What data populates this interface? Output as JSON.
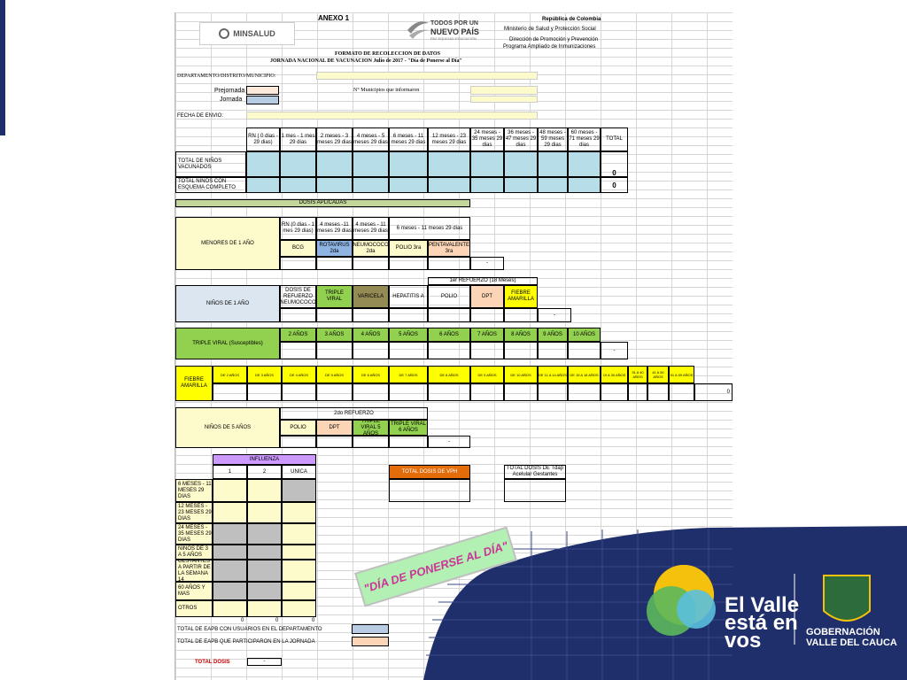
{
  "header": {
    "annex": "ANEXO 1",
    "minsalud": "MINSALUD",
    "todos1": "TODOS POR UN",
    "todos2": "NUEVO PAÍS",
    "todos3": "PAZ  EQUIDAD  EDUCACIÓN",
    "republic": "República de Colombia",
    "ministry": "Ministerio de Salud y Protección Social",
    "direction": "Dirección de Promoción y Prevención",
    "program": "Programa Ampliado de Inmunizaciones",
    "format_title": "FORMATO DE RECOLECCION DE DATOS",
    "jornada_title": "JORNADA NACIONAL DE VACUNACION Julio de 2017 - \"Día de Ponerse al Día\""
  },
  "form": {
    "dept_label": "DEPARTAMENTO/DISTRITO/MUNICIPIO:",
    "prejornada": "Prejornada",
    "jornada": "Jornada",
    "municipios": "N° Municipios que informaron",
    "fecha": "FECHA DE ENVIO:"
  },
  "ages": {
    "cols": [
      "RN ( 0 dias - 29 dias)",
      "1 mes - 1 mes 29 dias",
      "2 meses - 3 meses 29 dias",
      "4 meses - 5 meses 29 dias",
      "6 meses - 11 meses 29 dias",
      "12 meses - 23 meses 29 dias",
      "24 meses - 35 meses 29 dias",
      "36 meses - 47 meses 29 dias",
      "48 meses - 59 meses 29 dias",
      "60 meses - 71 meses 29 dias"
    ],
    "total": "TOTAL",
    "row1": "TOTAL DE NIÑOS VACUNADOS",
    "row2": "TOTAL NIÑOS CON ESQUEMA COMPLETO",
    "val1": "0",
    "val2": "0"
  },
  "dosis": "DOSIS APLICADAS",
  "menores": {
    "label": "MENORES DE 1 AÑO",
    "h1": "RN (0 dias - 1 mes 29 dias)",
    "h2": "4 meses -11 meses 29 dias",
    "h3": "4 meses - 11 meses 29 dias",
    "h4": "6 meses - 11 meses 29 dias",
    "bcg": "BCG",
    "rota": "ROTAVIRUS 2da",
    "neumo": "NEUMOCOCO 2da",
    "polio": "POLIO 3ra",
    "penta": "PENTAVALENTE 3ra",
    "dash": "-"
  },
  "ninos1": {
    "label": "NIÑOS DE 1 AÑO",
    "refuerzo": "1er REFUERZO (18 Meses)",
    "dosis_ref": "DOSIS DE REFUERZO NEUMOCOCO",
    "triple": "TRIPLE VIRAL",
    "varicela": "VARICELA",
    "hep": "HEPATITIS A",
    "polio": "POLIO",
    "dpt": "DPT",
    "fiebre": "FIEBRE AMARILLA",
    "dash": "-"
  },
  "triple": {
    "label": "TRIPLE VIRAL (Susceptibles)",
    "years": [
      "2 AÑOS",
      "3 AÑOS",
      "4 AÑOS",
      "5 AÑOS",
      "6 AÑOS",
      "7 AÑOS",
      "8 AÑOS",
      "9 AÑOS",
      "10 AÑOS"
    ],
    "dash": "-"
  },
  "fiebre": {
    "label": "FIEBRE AMARILLA",
    "cols": [
      "DE 2 AÑOS",
      "DE 3 AÑOS",
      "DE 4 AÑOS",
      "DE 5 AÑOS",
      "DE 6 AÑOS",
      "DE 7 AÑOS",
      "DE 8 AÑOS",
      "DE 9 AÑOS",
      "DE 10 AÑOS",
      "DE 11 A 14 AÑOS",
      "DE 15 A 18 AÑOS",
      "19 A 30 AÑOS",
      "31 A 40 AÑOS",
      "41 A 50 AÑOS",
      "51 A 59 AÑOS"
    ],
    "total": "0"
  },
  "ninos5": {
    "label": "NIÑOS DE 5 AÑOS",
    "refuerzo": "2do REFUERZO",
    "polio": "POLIO",
    "dpt": "DPT",
    "tv5": "TRIPLE VIRAL 5 AÑOS",
    "tv6": "TRIPLE VIRAL 6 AÑOS",
    "dash": "-"
  },
  "influenza": {
    "title": "INFLUENZA",
    "c1": "1",
    "c2": "2",
    "unica": "UNICA",
    "rows": [
      "6 MESES - 11 MESES 29 DIAS",
      "12 MESES - 23 MESES 29 DIAS",
      "24 MESES - 35 MESES 29 DIAS",
      "NIÑOS DE 3 A 5 AÑOS",
      "GESTANTES A PARTIR DE LA SEMANA 14",
      "60 AÑOS Y MAS",
      "OTROS"
    ],
    "totals": [
      "0",
      "0",
      "0"
    ]
  },
  "vph": "TOTAL DOSIS DE VPH",
  "tdap": "TOTAL DOSIS DE Tdap Acelular Gestantes",
  "eapb1": "TOTAL DE EAPB CON USUARIOS EN EL DEPARTAMENTO",
  "eapb2": "TOTAL DE EAPB QUE PARTICIPARON EN LA JORNADA",
  "total_dosis": "TOTAL DOSIS",
  "total_dash": "-",
  "banner": "\"DÍA DE PONERSE AL DÍA\"",
  "brand": {
    "l1": "El Valle",
    "l2": "está en",
    "l3": "vos",
    "gob1": "GOBERNACIÓN",
    "gob2": "VALLE DEL CAUCA"
  },
  "colors": {
    "navy": "#1f2f6b",
    "accent_yellow": "#f4c20d",
    "accent_green": "#5cb85c",
    "accent_blue": "#5bc0de"
  }
}
